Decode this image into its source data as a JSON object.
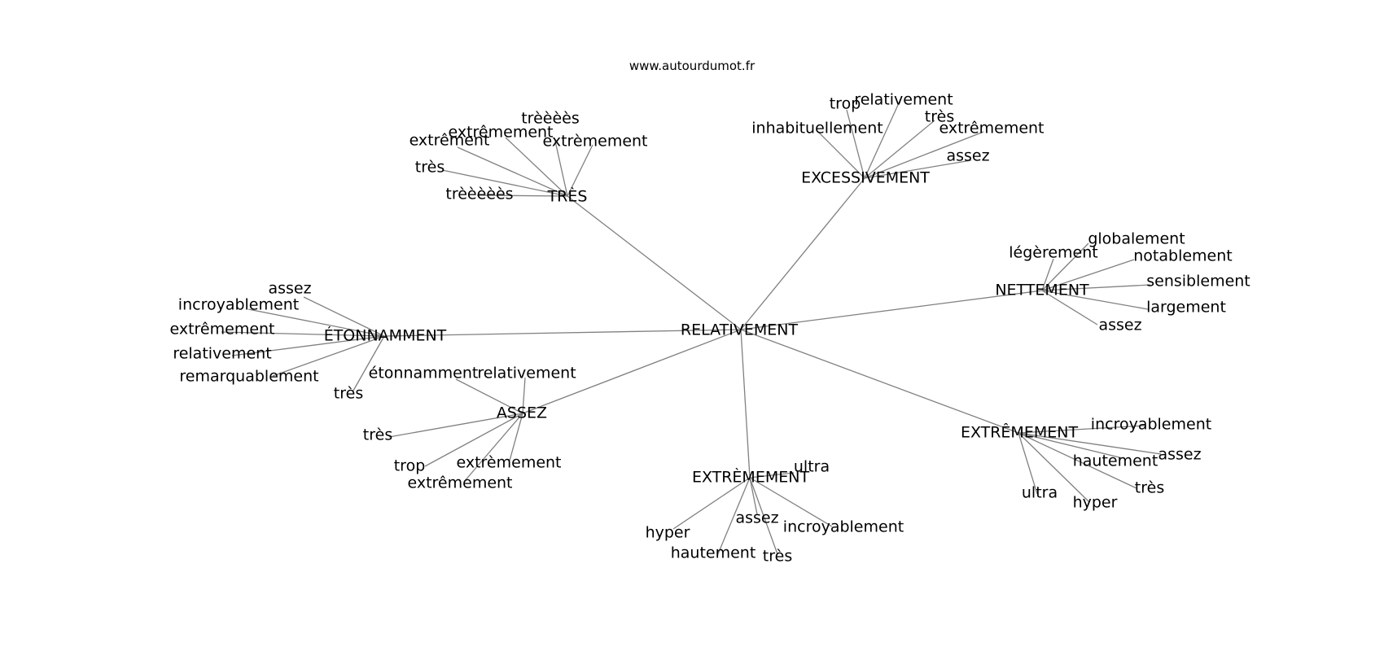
{
  "source": "www.autourdumot.fr",
  "graph": {
    "center": "RELATIVEMENT",
    "hubs": [
      {
        "label": "TRÈS",
        "leaves": [
          "trèèèès",
          "extrêmement",
          "extrèmement",
          "extrêment",
          "très",
          "trèèèèès"
        ]
      },
      {
        "label": "EXCESSIVEMENT",
        "leaves": [
          "trop",
          "relativement",
          "très",
          "inhabituellement",
          "extrêmement",
          "assez"
        ]
      },
      {
        "label": "NETTEMENT",
        "leaves": [
          "globalement",
          "légèrement",
          "notablement",
          "sensiblement",
          "largement",
          "assez"
        ]
      },
      {
        "label": "ÉTONNAMMENT",
        "leaves": [
          "assez",
          "incroyablement",
          "extrêmement",
          "relativement",
          "remarquablement",
          "très"
        ]
      },
      {
        "label": "ASSEZ",
        "leaves": [
          "étonnamment",
          "relativement",
          "très",
          "trop",
          "extrèmement",
          "extrêmement"
        ]
      },
      {
        "label": "EXTRÈMEMENT",
        "leaves": [
          "ultra",
          "hyper",
          "assez",
          "incroyablement",
          "hautement",
          "très"
        ]
      },
      {
        "label": "EXTRÊMEMENT",
        "leaves": [
          "incroyablement",
          "assez",
          "hautement",
          "très",
          "ultra",
          "hyper"
        ]
      }
    ]
  }
}
